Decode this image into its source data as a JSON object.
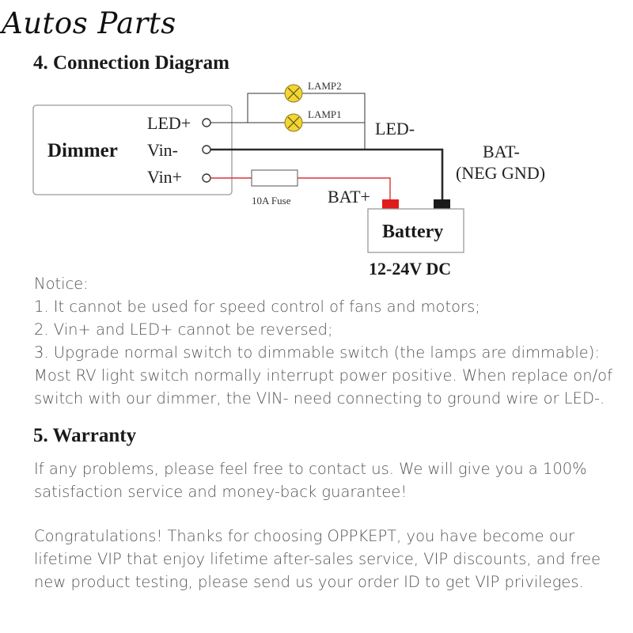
{
  "brand": "Autos Parts",
  "section4": {
    "title": "4. Connection Diagram"
  },
  "diagram": {
    "dimmer_label": "Dimmer",
    "pin_led_plus": "LED+",
    "pin_vin_minus": "Vin-",
    "pin_vin_plus": "Vin+",
    "lamp2": "LAMP2",
    "lamp1": "LAMP1",
    "led_minus": "LED-",
    "bat_minus": "BAT-",
    "neg_gnd": "(NEG GND)",
    "fuse": "10A Fuse",
    "bat_plus": "BAT+",
    "battery": "Battery",
    "voltage": "12-24V DC",
    "colors": {
      "wire_red": "#d9373b",
      "wire_black": "#2a2a2a",
      "lamp_fill": "#f3d531",
      "terminal_red": "#e01b1b",
      "terminal_black": "#1a1a1a"
    }
  },
  "notice": {
    "lines": [
      "Notice:",
      "1. It cannot be used for speed control of fans and motors;",
      "2. Vin+ and LED+ cannot be reversed;",
      "3. Upgrade normal switch to dimmable switch (the lamps are dimmable):",
      "Most RV light switch normally interrupt power positive. When replace on/of",
      "switch with our dimmer, the VIN- need connecting to ground wire or LED-."
    ]
  },
  "section5": {
    "title": "5. Warranty",
    "paragraph1": [
      "If any problems, please feel free to contact us. We will give you a 100%",
      "satisfaction service and money-back guarantee!"
    ],
    "paragraph2": [
      "Congratulations! Thanks for choosing OPPKEPT, you have become our",
      "lifetime VIP that enjoy lifetime after-sales service, VIP discounts, and free",
      "new product testing, please send us your order ID to get VIP privileges."
    ]
  }
}
